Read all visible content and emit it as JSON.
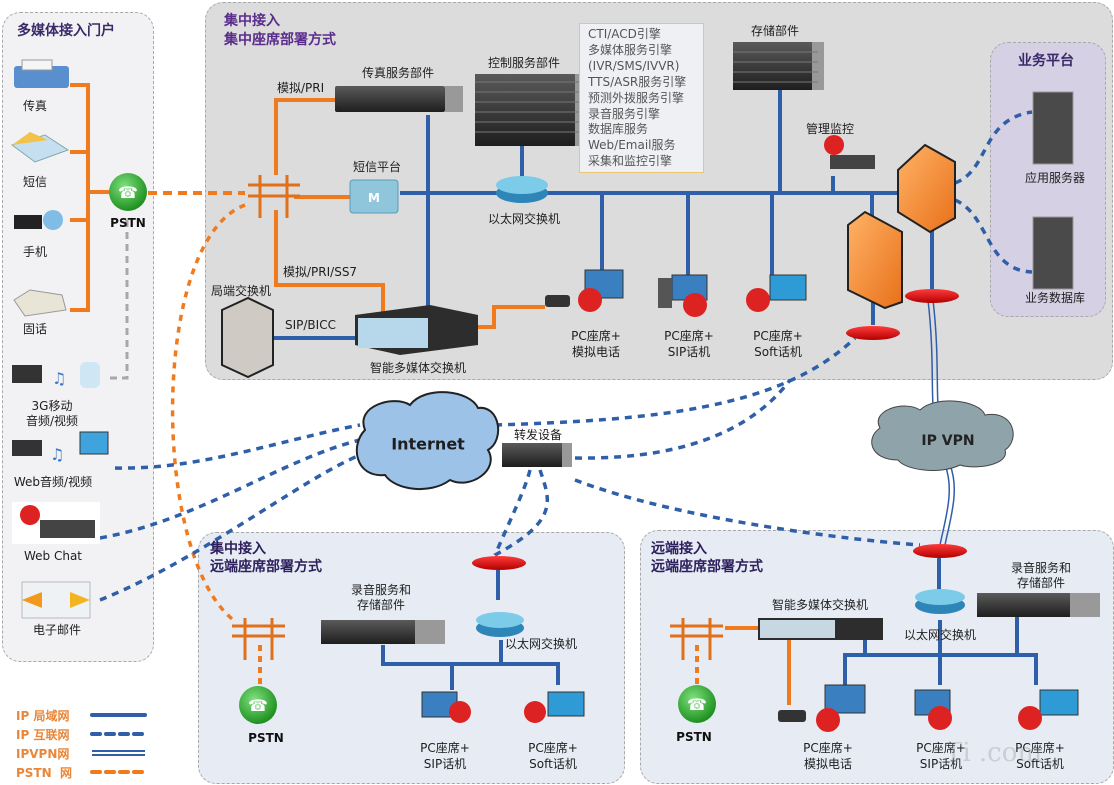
{
  "portal": {
    "title": "多媒体接入门户",
    "items": [
      {
        "label": "传真",
        "icon": "fax-icon"
      },
      {
        "label": "短信",
        "icon": "sms-envelope-icon"
      },
      {
        "label": "手机",
        "icon": "mobile-phone-icon"
      },
      {
        "label": "固话",
        "icon": "landline-phone-icon"
      },
      {
        "label": "3G移动\n音频/视频",
        "line1": "3G移动",
        "line2": "音频/视频",
        "icon": "3g-media-icon"
      },
      {
        "label": "Web音频/视频",
        "icon": "web-media-icon"
      },
      {
        "label": "Web Chat",
        "icon": "web-chat-icon"
      },
      {
        "label": "电子邮件",
        "icon": "email-icon"
      }
    ],
    "pstn_label": "PSTN"
  },
  "central": {
    "title_line1": "集中接入",
    "title_line2": "集中座席部署方式",
    "fax_server": "传真服务部件",
    "control_server": "控制服务部件",
    "storage": "存储部件",
    "monitor": "管理监控",
    "sms_platform": "短信平台",
    "ethernet_switch": "以太网交换机",
    "local_exchange": "局端交换机",
    "smart_switch": "智能多媒体交换机",
    "link_analog_pri": "模拟/PRI",
    "link_analog_pri_ss7": "模拟/PRI/SS7",
    "link_sip_bicc": "SIP/BICC",
    "engines": [
      "CTI/ACD引擎",
      "多媒体服务引擎",
      "(IVR/SMS/IVVR)",
      "TTS/ASR服务引擎",
      "预测外拨服务引擎",
      "录音服务引擎",
      "数据库服务",
      "Web/Email服务",
      "采集和监控引擎"
    ],
    "agents": [
      {
        "line1": "PC座席+",
        "line2": "模拟电话"
      },
      {
        "line1": "PC座席+",
        "line2": "SIP话机"
      },
      {
        "line1": "PC座席+",
        "line2": "Soft话机"
      }
    ]
  },
  "business": {
    "title": "业务平台",
    "app_server": "应用服务器",
    "db": "业务数据库"
  },
  "internet": {
    "cloud": "Internet",
    "relay": "转发设备",
    "vpn_cloud": "IP VPN"
  },
  "remote_central": {
    "title_line1": "集中接入",
    "title_line2": "远端座席部署方式",
    "recording": {
      "line1": "录音服务和",
      "line2": "存储部件"
    },
    "ethernet_switch": "以太网交换机",
    "pstn_label": "PSTN",
    "agents": [
      {
        "line1": "PC座席+",
        "line2": "SIP话机"
      },
      {
        "line1": "PC座席+",
        "line2": "Soft话机"
      }
    ]
  },
  "remote_remote": {
    "title_line1": "远端接入",
    "title_line2": "远端座席部署方式",
    "smart_switch": "智能多媒体交换机",
    "ethernet_switch": "以太网交换机",
    "recording": {
      "line1": "录音服务和",
      "line2": "存储部件"
    },
    "pstn_label": "PSTN",
    "agents": [
      {
        "line1": "PC座席+",
        "line2": "模拟电话"
      },
      {
        "line1": "PC座席+",
        "line2": "SIP话机"
      },
      {
        "line1": "PC座席+",
        "line2": "Soft话机"
      }
    ]
  },
  "legend": [
    {
      "label": "IP 局域网",
      "style": "solid"
    },
    {
      "label": "IP 互联网",
      "style": "dashed"
    },
    {
      "label": "IPVPN网",
      "style": "double"
    },
    {
      "label": "PSTN  网",
      "style": "orange-dashed"
    }
  ],
  "colors": {
    "lan": "#2f5fa8",
    "pstn": "#f07a1e",
    "title": "#5a2d8c",
    "legend_text": "#e8873a"
  },
  "watermark": "Ti .com"
}
